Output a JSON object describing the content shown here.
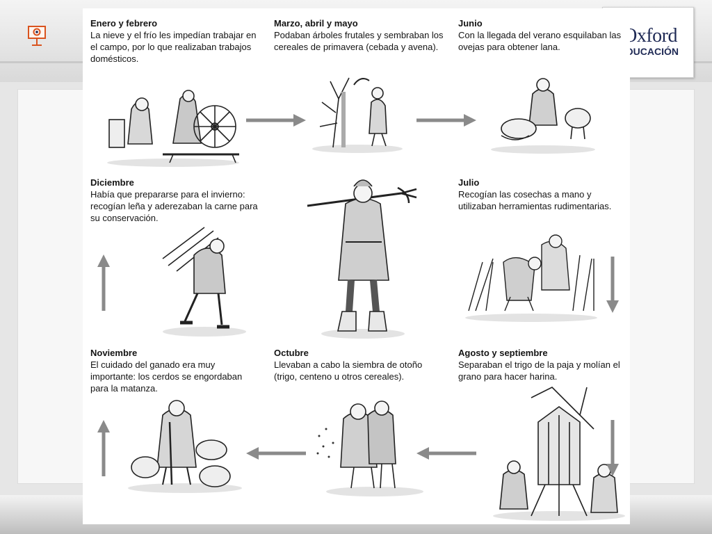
{
  "header": {
    "presenter_icon": "presenter-board-icon",
    "logo": {
      "line1": "Oxford",
      "line2": "EDUCACIÓN",
      "color": "#1f2a55"
    }
  },
  "colors": {
    "arrow": "#8a8a8a",
    "text": "#141414",
    "accent_icon": "#d9531e"
  },
  "months": {
    "enero": {
      "title": "Enero y febrero",
      "body": "La nieve y el frío les impedían trabajar en el campo, por lo que realizaban trabajos domésticos."
    },
    "marzo": {
      "title": "Marzo, abril y mayo",
      "body": "Podaban árboles frutales y sembraban los cereales de primavera (cebada y avena)."
    },
    "junio": {
      "title": "Junio",
      "body": "Con la llegada del verano esquilaban las ovejas para obtener lana."
    },
    "diciembre": {
      "title": "Diciembre",
      "body": "Había que prepararse para el invierno: recogían leña y aderezaban la carne para su conservación."
    },
    "julio": {
      "title": "Julio",
      "body": "Recogían las cosechas a mano y utilizaban herramientas rudimentarias."
    },
    "noviembre": {
      "title": "Noviembre",
      "body": "El cuidado del ganado era muy importante: los cerdos se engordaban para la matanza."
    },
    "octubre": {
      "title": "Octubre",
      "body": "Llevaban a cabo la siembra de otoño (trigo, centeno u otros cereales)."
    },
    "agosto": {
      "title": "Agosto y septiembre",
      "body": "Separaban el trigo de la paja y molían el grano para hacer harina."
    }
  },
  "illustrations": {
    "enero": "spinning-wheel-scene",
    "marzo": "tree-pruning-scene",
    "junio": "sheep-shearing-scene",
    "diciembre": "firewood-carrier-scene",
    "center": "peasant-with-pitchfork",
    "julio": "harvest-scene",
    "noviembre": "pig-herding-scene",
    "octubre": "sowing-scene",
    "agosto": "windmill-scene"
  }
}
